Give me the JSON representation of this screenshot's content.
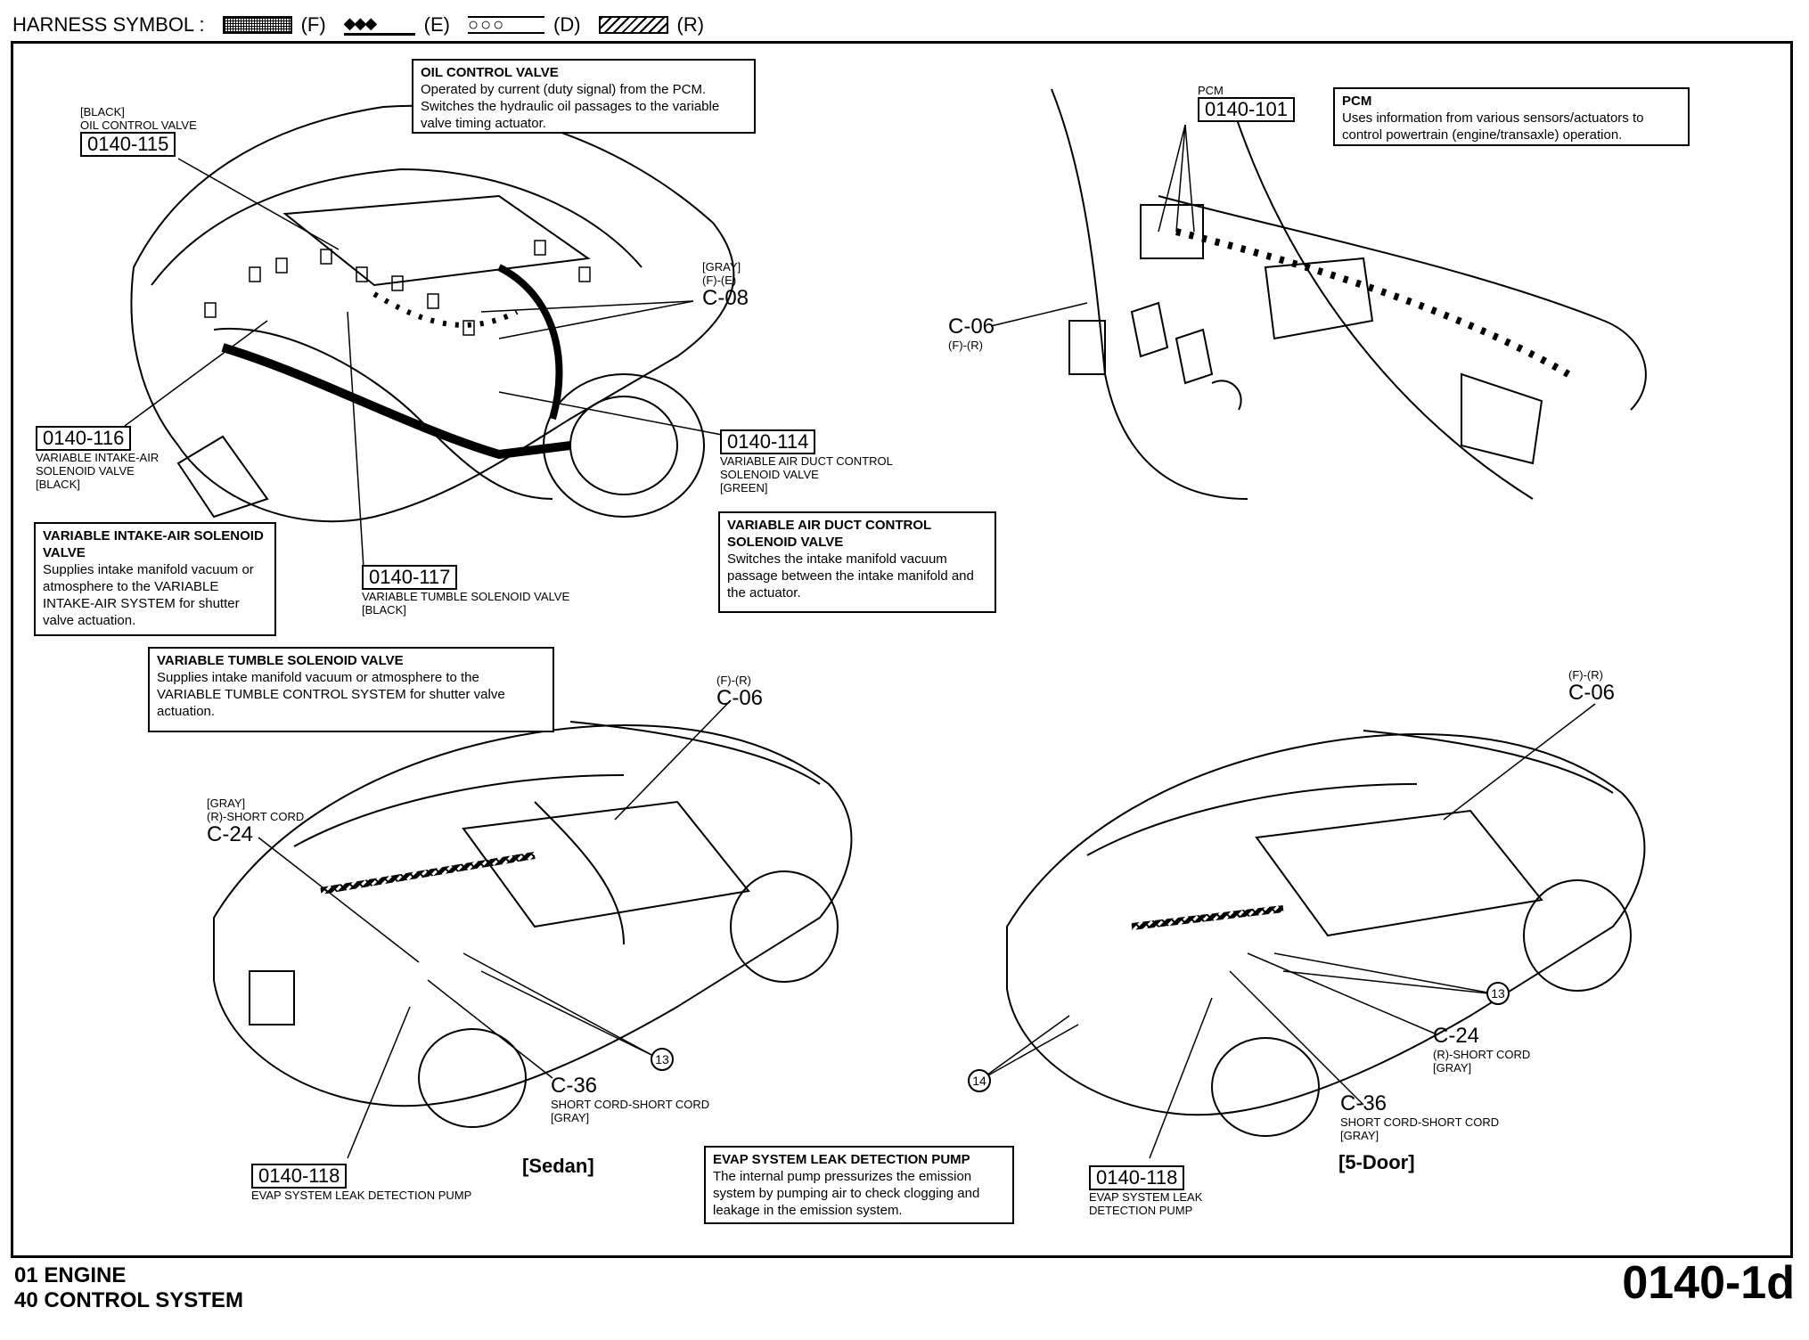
{
  "legend": {
    "label": "HARNESS SYMBOL :",
    "items": [
      {
        "code": "(F)"
      },
      {
        "glyph": "◆◆◆",
        "code": "(E)"
      },
      {
        "glyph": "○○○",
        "code": "(D)"
      },
      {
        "code": "(R)"
      }
    ]
  },
  "callouts": {
    "oil": {
      "title": "OIL CONTROL VALVE",
      "body": "Operated by current (duty signal) from the PCM. Switches the hydraulic oil passages to the variable valve timing actuator."
    },
    "pcm": {
      "title": "PCM",
      "body": "Uses information from various sensors/actuators to control powertrain (engine/transaxle) operation."
    },
    "intake": {
      "title": "VARIABLE INTAKE-AIR SOLENOID VALVE",
      "body": "Supplies intake manifold vacuum or atmosphere to the VARIABLE INTAKE-AIR SYSTEM for shutter valve actuation."
    },
    "duct": {
      "title": "VARIABLE AIR DUCT CONTROL SOLENOID VALVE",
      "body": "Switches the intake manifold vacuum passage between the intake manifold and the actuator."
    },
    "tumble": {
      "title": "VARIABLE TUMBLE SOLENOID VALVE",
      "body": "Supplies intake manifold vacuum or atmosphere to the VARIABLE TUMBLE CONTROL SYSTEM for shutter valve actuation."
    },
    "evap": {
      "title": "EVAP SYSTEM LEAK DETECTION PUMP",
      "body": "The internal pump pressurizes the emission system by pumping air to check clogging and leakage in the emission system."
    }
  },
  "connectors": {
    "c115": {
      "pre1": "[BLACK]",
      "pre2": "OIL CONTROL VALVE",
      "code": "0140-115"
    },
    "c101": {
      "pre1": "PCM",
      "code": "0140-101"
    },
    "c116": {
      "code": "0140-116",
      "post1": "VARIABLE INTAKE-AIR",
      "post2": "SOLENOID VALVE",
      "post3": "[BLACK]"
    },
    "c114": {
      "code": "0140-114",
      "post1": "VARIABLE AIR DUCT CONTROL",
      "post2": "SOLENOID VALVE",
      "post3": "[GREEN]"
    },
    "c117": {
      "code": "0140-117",
      "post1": "VARIABLE TUMBLE SOLENOID VALVE",
      "post2": "[BLACK]"
    },
    "c118s": {
      "code": "0140-118",
      "post1": "EVAP SYSTEM LEAK DETECTION PUMP"
    },
    "c118d": {
      "code": "0140-118",
      "post1": "EVAP SYSTEM LEAK",
      "post2": "DETECTION PUMP"
    },
    "c08": {
      "pre1": "[GRAY]",
      "pre2": "(F)-(E)",
      "code": "C-08"
    },
    "c06a": {
      "code": "C-06",
      "post1": "(F)-(R)"
    },
    "c06s": {
      "pre1": "(F)-(R)",
      "code": "C-06"
    },
    "c06d": {
      "pre1": "(F)-(R)",
      "code": "C-06"
    },
    "c24s": {
      "pre1": "[GRAY]",
      "pre2": "(R)-SHORT CORD",
      "code": "C-24"
    },
    "c24d": {
      "code": "C-24",
      "post1": "(R)-SHORT CORD",
      "post2": "[GRAY]"
    },
    "c36s": {
      "code": "C-36",
      "post1": "SHORT CORD-SHORT CORD",
      "post2": "[GRAY]"
    },
    "c36d": {
      "code": "C-36",
      "post1": "SHORT CORD-SHORT CORD",
      "post2": "[GRAY]"
    },
    "n13s": "13",
    "n13d": "13",
    "n14d": "14"
  },
  "variants": {
    "sedan": "[Sedan]",
    "fivedoor": "[5-Door]"
  },
  "footer": {
    "line1": "01  ENGINE",
    "line2": "40  CONTROL SYSTEM",
    "page_id": "0140-1d"
  }
}
